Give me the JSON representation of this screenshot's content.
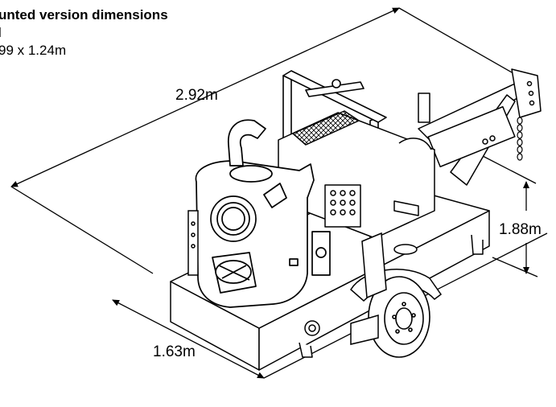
{
  "header": {
    "title": "unted version dimensions",
    "line2": "l",
    "line3": "99 x 1.24m"
  },
  "dimensions": {
    "length": "2.92m",
    "height": "1.88m",
    "width": "1.63m"
  }
}
